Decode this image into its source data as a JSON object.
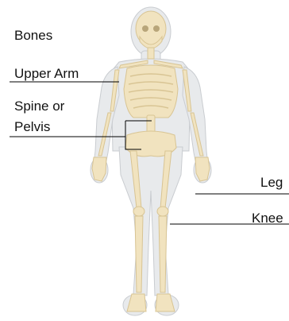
{
  "labels": {
    "bones": "Bones",
    "upper_arm": "Upper Arm",
    "spine_line1": "Spine or",
    "spine_line2": "Pelvis",
    "leg": "Leg",
    "knee": "Knee"
  },
  "colors": {
    "body_fill": "#e8eaec",
    "body_outline": "#c9ccd0",
    "bone": "#f1e3bf",
    "bone_outline": "#d8c493",
    "leader_line": "#000000",
    "text": "#111111"
  }
}
